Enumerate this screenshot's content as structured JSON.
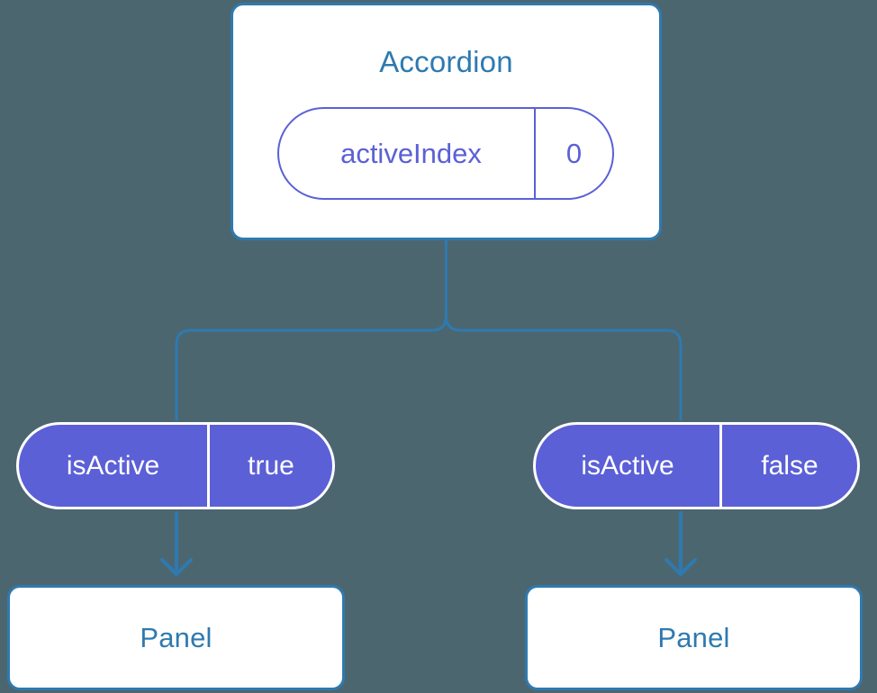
{
  "diagram": {
    "type": "component-state-tree",
    "background_color": "#4c6670",
    "accent_blue": "#2e7ab0",
    "accent_purple": "#5b60d6",
    "root": {
      "title": "Accordion",
      "prop": {
        "key": "activeIndex",
        "value": "0"
      }
    },
    "branches": [
      {
        "side": "left",
        "prop": {
          "key": "isActive",
          "value": "true"
        },
        "child": {
          "title": "Panel"
        }
      },
      {
        "side": "right",
        "prop": {
          "key": "isActive",
          "value": "false"
        },
        "child": {
          "title": "Panel"
        }
      }
    ]
  }
}
